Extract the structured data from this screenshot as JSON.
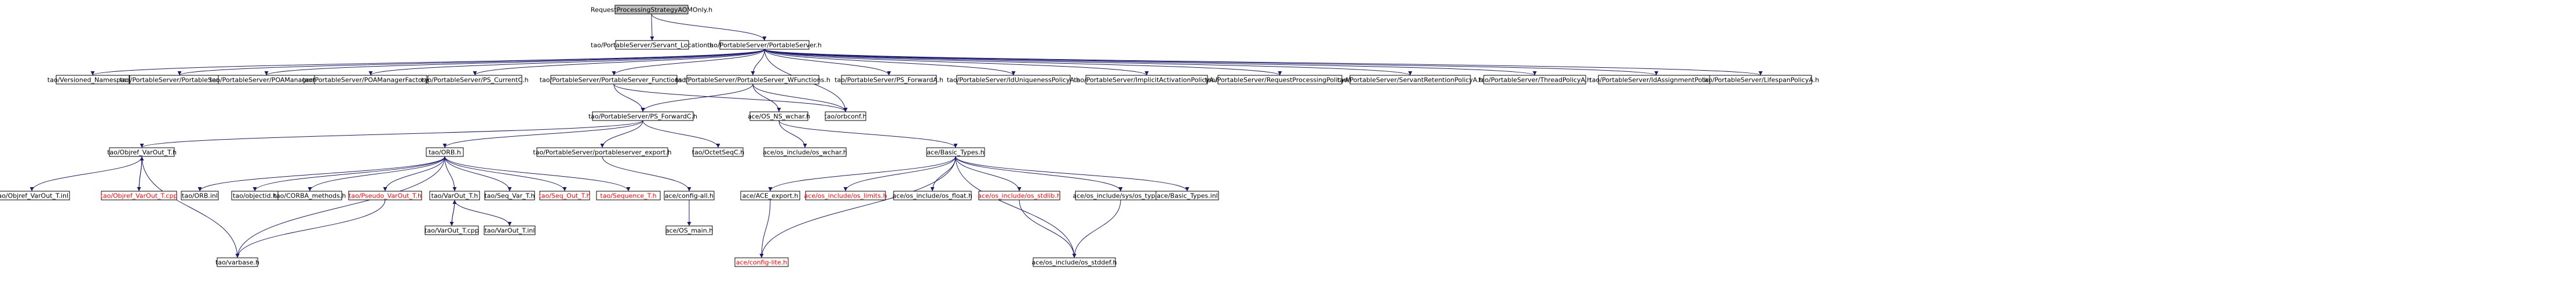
{
  "diagram": {
    "type": "include-dependency-graph",
    "colors": {
      "edge": "#191970",
      "root_fill": "#bfbfbf",
      "node_fill": "#ffffff",
      "node_border": "#000000",
      "missing_file_text": "#ff0000"
    },
    "nodes": [
      {
        "id": "root",
        "label": "RequestProcessingStrategyAOMOnly.h",
        "root": true
      },
      {
        "id": "servant_location",
        "label": "tao/PortableServer/Servant_Location.h"
      },
      {
        "id": "portableserver",
        "label": "tao/PortableServer/PortableServer.h"
      },
      {
        "id": "versioned_namespace",
        "label": "tao/Versioned_Namespace.h"
      },
      {
        "id": "portableserverc",
        "label": "tao/PortableServer/PortableServerC.h"
      },
      {
        "id": "poamanagerc",
        "label": "tao/PortableServer/POAManagerC.h"
      },
      {
        "id": "poamanagerfactoryc",
        "label": "tao/PortableServer/POAManagerFactoryC.h"
      },
      {
        "id": "ps_currentc",
        "label": "tao/PortableServer/PS_CurrentC.h"
      },
      {
        "id": "ps_functions",
        "label": "tao/PortableServer/PortableServer_Functions.h"
      },
      {
        "id": "ps_wfunctions",
        "label": "tao/PortableServer/PortableServer_WFunctions.h"
      },
      {
        "id": "ps_forwarda",
        "label": "tao/PortableServer/PS_ForwardA.h"
      },
      {
        "id": "iduniqueness",
        "label": "tao/PortableServer/IdUniquenessPolicyA.h"
      },
      {
        "id": "implicitactivation",
        "label": "tao/PortableServer/ImplicitActivationPolicyA.h"
      },
      {
        "id": "requestprocessing",
        "label": "tao/PortableServer/RequestProcessingPolicyA.h"
      },
      {
        "id": "servantretention",
        "label": "tao/PortableServer/ServantRetentionPolicyA.h"
      },
      {
        "id": "threadpolicy",
        "label": "tao/PortableServer/ThreadPolicyA.h"
      },
      {
        "id": "idassignment",
        "label": "tao/PortableServer/IdAssignmentPolicyA.h"
      },
      {
        "id": "lifespan",
        "label": "tao/PortableServer/LifespanPolicyA.h"
      },
      {
        "id": "ps_forwardc",
        "label": "tao/PortableServer/PS_ForwardC.h"
      },
      {
        "id": "os_ns_wchar",
        "label": "ace/OS_NS_wchar.h"
      },
      {
        "id": "orbconf",
        "label": "tao/orbconf.h"
      },
      {
        "id": "objref_varout",
        "label": "tao/Objref_VarOut_T.h"
      },
      {
        "id": "orb",
        "label": "tao/ORB.h"
      },
      {
        "id": "portableserver_export",
        "label": "tao/PortableServer/portableserver_export.h"
      },
      {
        "id": "octetseqc",
        "label": "tao/OctetSeqC.h"
      },
      {
        "id": "os_include_wchar",
        "label": "ace/os_include/os_wchar.h"
      },
      {
        "id": "basic_types",
        "label": "ace/Basic_Types.h"
      },
      {
        "id": "objref_varout_inl",
        "label": "tao/Objref_VarOut_T.inl"
      },
      {
        "id": "objref_varout_cpp",
        "label": "tao/Objref_VarOut_T.cpp",
        "missing": true
      },
      {
        "id": "orb_inl",
        "label": "tao/ORB.inl"
      },
      {
        "id": "objectid",
        "label": "tao/objectid.h"
      },
      {
        "id": "corba_methods",
        "label": "tao/CORBA_methods.h"
      },
      {
        "id": "pseudo_varout",
        "label": "tao/Pseudo_VarOut_T.h",
        "missing": true
      },
      {
        "id": "varout",
        "label": "tao/VarOut_T.h"
      },
      {
        "id": "seq_var",
        "label": "tao/Seq_Var_T.h"
      },
      {
        "id": "seq_out",
        "label": "tao/Seq_Out_T.h",
        "missing": true
      },
      {
        "id": "sequence",
        "label": "tao/Sequence_T.h",
        "missing": true
      },
      {
        "id": "config_all",
        "label": "ace/config-all.h"
      },
      {
        "id": "ace_export",
        "label": "ace/ACE_export.h"
      },
      {
        "id": "os_limits",
        "label": "ace/os_include/os_limits.h",
        "missing": true
      },
      {
        "id": "os_float",
        "label": "ace/os_include/os_float.h"
      },
      {
        "id": "os_stdlib",
        "label": "ace/os_include/os_stdlib.h",
        "missing": true
      },
      {
        "id": "os_types",
        "label": "ace/os_include/sys/os_types.h"
      },
      {
        "id": "basic_types_inl",
        "label": "ace/Basic_Types.inl"
      },
      {
        "id": "varout_cpp",
        "label": "tao/VarOut_T.cpp"
      },
      {
        "id": "varout_inl",
        "label": "tao/VarOut_T.inl"
      },
      {
        "id": "os_main",
        "label": "ace/OS_main.h"
      },
      {
        "id": "varbase",
        "label": "tao/varbase.h"
      },
      {
        "id": "config_lite",
        "label": "ace/config-lite.h",
        "missing": true
      },
      {
        "id": "os_stddef",
        "label": "ace/os_include/os_stddef.h"
      }
    ],
    "edges": [
      [
        "root",
        "servant_location"
      ],
      [
        "root",
        "portableserver"
      ],
      [
        "portableserver",
        "versioned_namespace"
      ],
      [
        "portableserver",
        "portableserverc"
      ],
      [
        "portableserver",
        "poamanagerc"
      ],
      [
        "portableserver",
        "poamanagerfactoryc"
      ],
      [
        "portableserver",
        "ps_currentc"
      ],
      [
        "portableserver",
        "ps_functions"
      ],
      [
        "portableserver",
        "ps_wfunctions"
      ],
      [
        "portableserver",
        "ps_forwarda"
      ],
      [
        "portableserver",
        "iduniqueness"
      ],
      [
        "portableserver",
        "implicitactivation"
      ],
      [
        "portableserver",
        "requestprocessing"
      ],
      [
        "portableserver",
        "servantretention"
      ],
      [
        "portableserver",
        "threadpolicy"
      ],
      [
        "portableserver",
        "idassignment"
      ],
      [
        "portableserver",
        "lifespan"
      ],
      [
        "portableserver",
        "orbconf"
      ],
      [
        "ps_functions",
        "ps_forwardc"
      ],
      [
        "ps_functions",
        "orbconf"
      ],
      [
        "ps_wfunctions",
        "ps_forwardc"
      ],
      [
        "ps_wfunctions",
        "os_ns_wchar"
      ],
      [
        "ps_wfunctions",
        "orbconf"
      ],
      [
        "ps_forwardc",
        "objref_varout"
      ],
      [
        "ps_forwardc",
        "orb"
      ],
      [
        "ps_forwardc",
        "portableserver_export"
      ],
      [
        "ps_forwardc",
        "octetseqc"
      ],
      [
        "os_ns_wchar",
        "os_include_wchar"
      ],
      [
        "os_ns_wchar",
        "basic_types"
      ],
      [
        "objref_varout",
        "objref_varout_inl"
      ],
      [
        "objref_varout",
        "objref_varout_cpp"
      ],
      [
        "objref_varout_cpp",
        "objref_varout"
      ],
      [
        "objref_varout",
        "varbase"
      ],
      [
        "orb",
        "orb_inl"
      ],
      [
        "orb",
        "objectid"
      ],
      [
        "orb",
        "corba_methods"
      ],
      [
        "orb",
        "pseudo_varout"
      ],
      [
        "orb",
        "varout"
      ],
      [
        "orb",
        "seq_var"
      ],
      [
        "orb",
        "seq_out"
      ],
      [
        "orb",
        "sequence"
      ],
      [
        "orb",
        "varbase"
      ],
      [
        "pseudo_varout",
        "varbase"
      ],
      [
        "varout",
        "varout_cpp"
      ],
      [
        "varout_cpp",
        "varout"
      ],
      [
        "varout",
        "varout_inl"
      ],
      [
        "portableserver_export",
        "config_all"
      ],
      [
        "config_all",
        "os_main"
      ],
      [
        "basic_types",
        "ace_export"
      ],
      [
        "basic_types",
        "os_limits"
      ],
      [
        "basic_types",
        "os_float"
      ],
      [
        "basic_types",
        "os_stdlib"
      ],
      [
        "basic_types",
        "os_types"
      ],
      [
        "basic_types",
        "basic_types_inl"
      ],
      [
        "basic_types",
        "config_lite"
      ],
      [
        "basic_types",
        "os_stddef"
      ],
      [
        "ace_export",
        "config_lite"
      ],
      [
        "os_stdlib",
        "os_stddef"
      ],
      [
        "os_types",
        "os_stddef"
      ]
    ]
  }
}
